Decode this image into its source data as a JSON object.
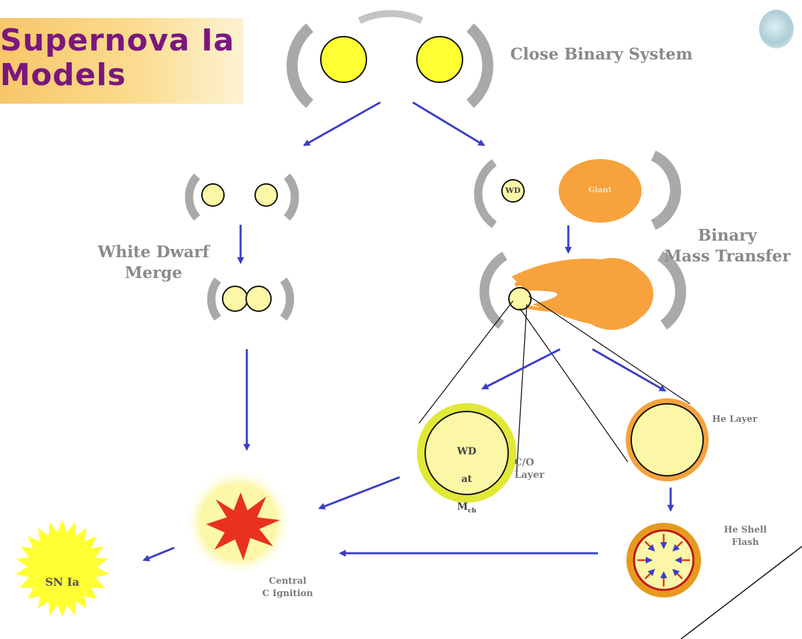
{
  "title": "Supernova Ia\nModels",
  "labels": {
    "close_binary": "Close Binary System",
    "wd_merge": "White Dwarf\nMerge",
    "binary_mass_transfer": "Binary\nMass Transfer",
    "wd_small": "WD",
    "giant": "Giant",
    "wd_center_line1": "WD",
    "wd_center_line2": "at",
    "wd_center_line3": "M",
    "wd_center_sub": "ch",
    "co_layer": "C/O\nLayer",
    "he_layer": "He Layer",
    "he_shell_flash": "He Shell\nFlash",
    "central_ignition": "Central\nC Ignition",
    "sn_ia": "SN Ia"
  },
  "colors": {
    "title_text": "#7a177e",
    "title_bg": "#f7c66a",
    "arrow": "#3a3ec4",
    "star_yellow": "#ffff33",
    "pale_yellow": "#fbf7a6",
    "giant_orange": "#f7a23c",
    "explosion_red": "#e8321e",
    "orbit_gray": "#a9a9a9"
  }
}
